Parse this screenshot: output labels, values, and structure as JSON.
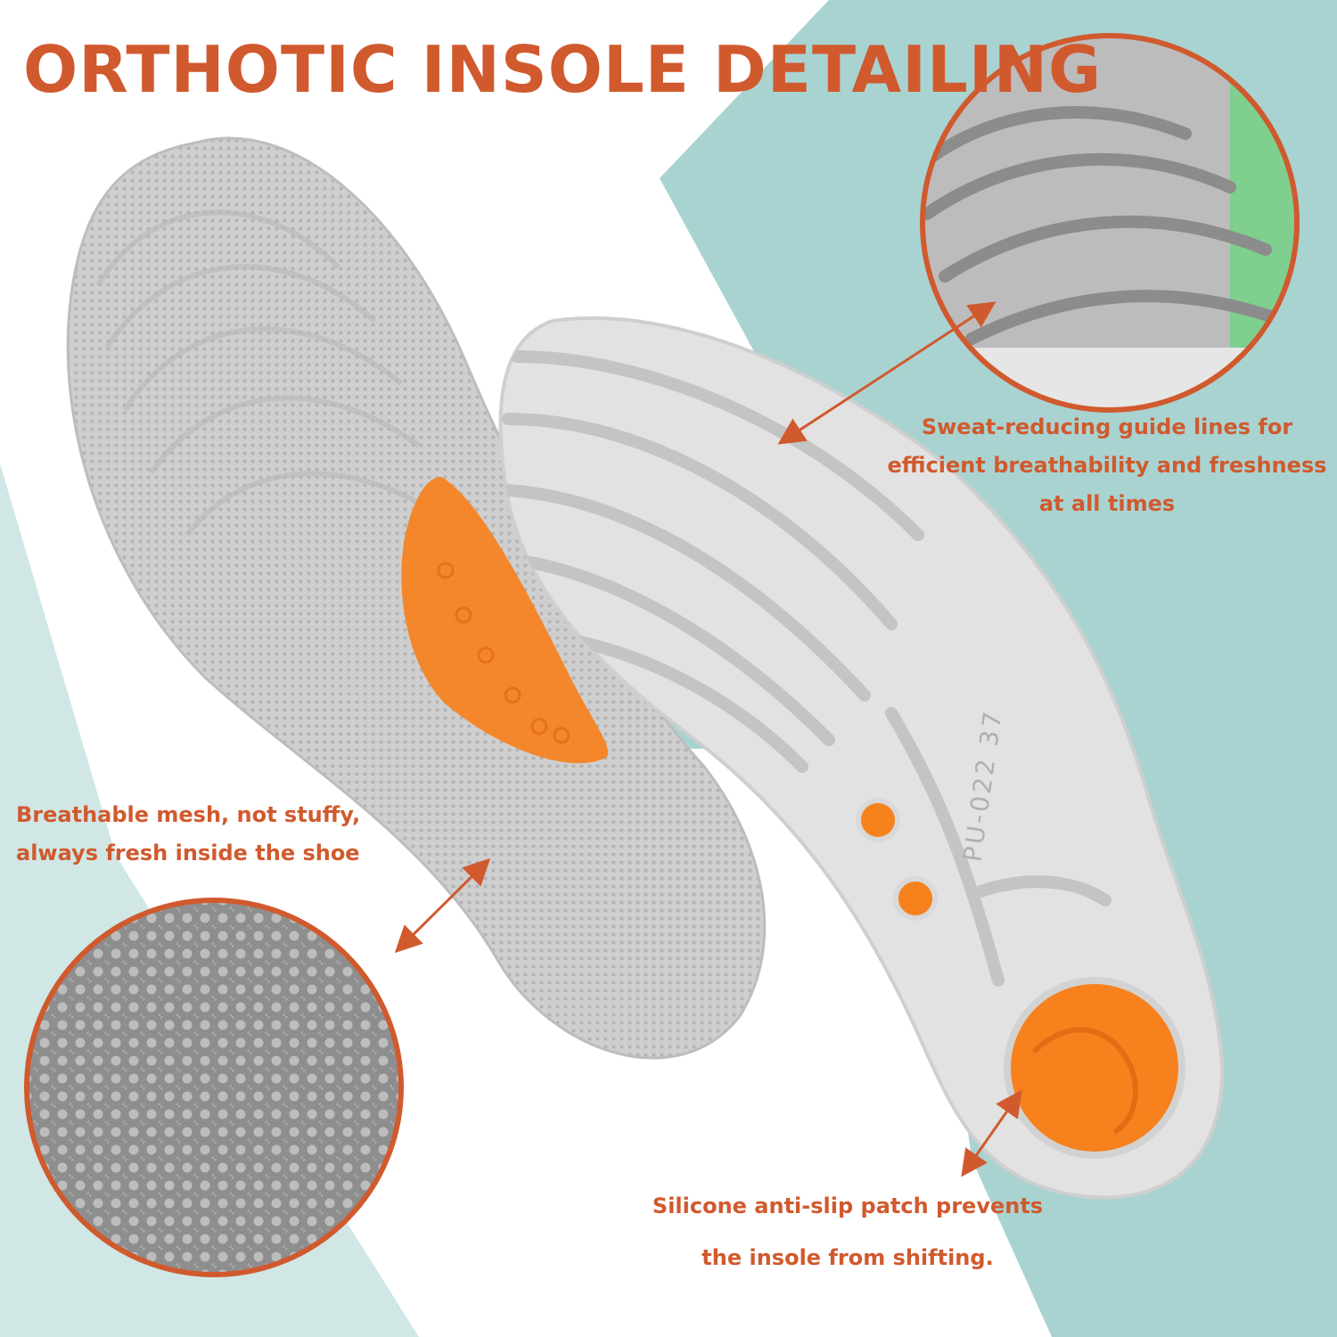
{
  "title": "ORTHOTIC INSOLE DETAILING",
  "colors": {
    "accent": "#d05a2e",
    "teal_background": "#a9d3d1",
    "insole_gray": "#d4d4d4",
    "silicone_orange": "#f7811d"
  },
  "callouts": {
    "guide_lines": [
      "Sweat-reducing guide lines for",
      "efficient breathability and freshness",
      "at all times"
    ],
    "mesh": [
      "Breathable mesh, not stuffy,",
      "always fresh inside the shoe"
    ],
    "anti_slip": [
      "Silicone anti-slip patch prevents",
      "the insole from shifting."
    ]
  },
  "insole_marking": "PU-022 37"
}
